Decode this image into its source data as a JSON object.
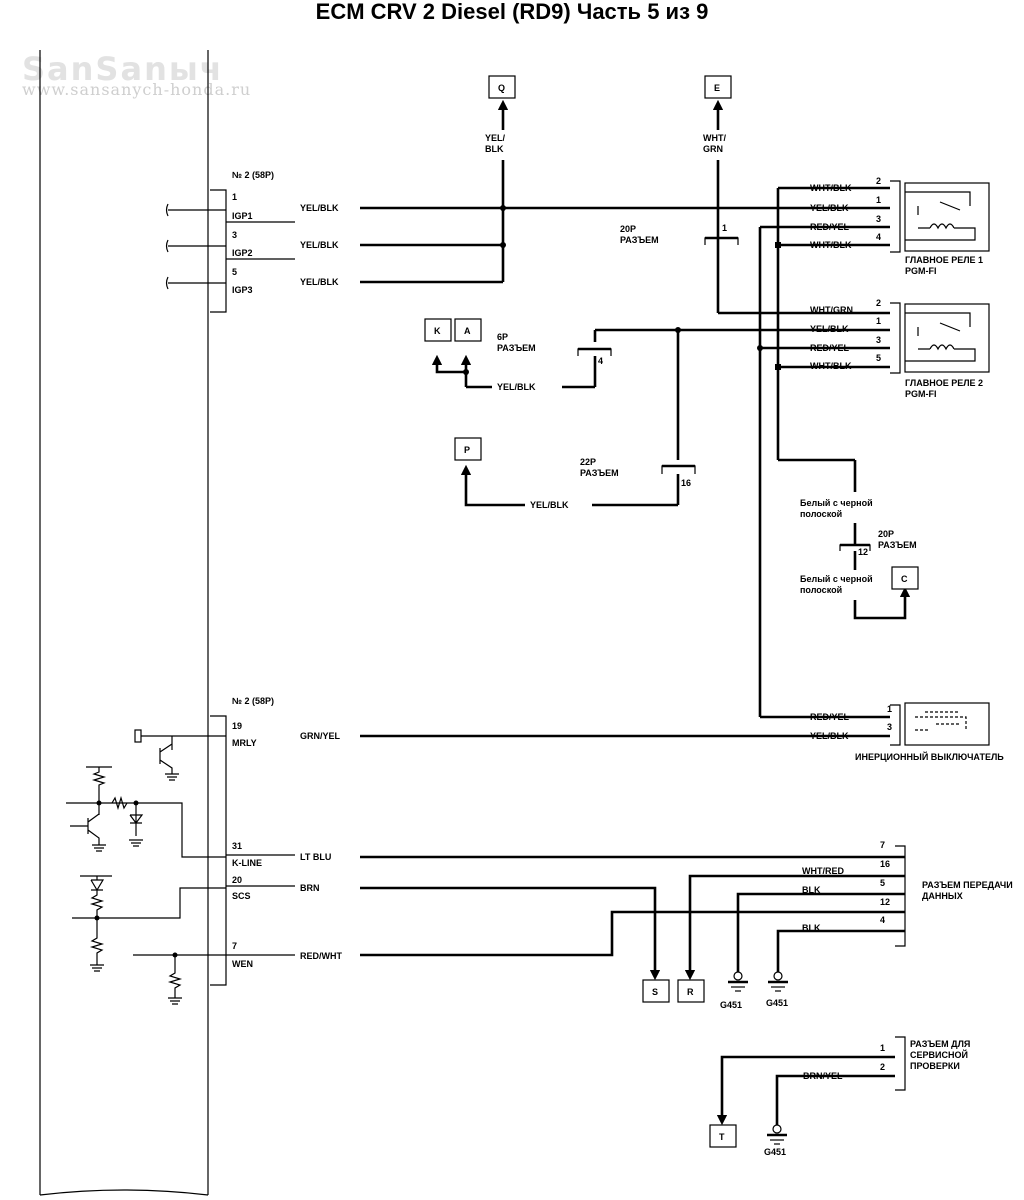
{
  "title": "ECM CRV 2 Diesel (RD9) Часть 5 из 9",
  "watermark": {
    "brand": "SanSanыч",
    "url": "www.sansanych-honda.ru"
  },
  "ecm": {
    "connector_top": "№ 2 (58P)",
    "connector_bottom": "№ 2 (58P)",
    "pins": [
      {
        "pin": "1",
        "name": "IGP1",
        "wire": "YEL/BLK"
      },
      {
        "pin": "3",
        "name": "IGP2",
        "wire": "YEL/BLK"
      },
      {
        "pin": "5",
        "name": "IGP3",
        "wire": "YEL/BLK"
      },
      {
        "pin": "19",
        "name": "MRLY",
        "wire": "GRN/YEL"
      },
      {
        "pin": "31",
        "name": "K-LINE",
        "wire": "LT BLU"
      },
      {
        "pin": "20",
        "name": "SCS",
        "wire": "BRN"
      },
      {
        "pin": "7",
        "name": "WEN",
        "wire": "RED/WHT"
      }
    ]
  },
  "refs": {
    "Q": "Q",
    "E": "E",
    "K": "K",
    "A": "A",
    "P": "P",
    "C": "C",
    "S": "S",
    "R": "R",
    "T": "T"
  },
  "wires": {
    "q_wire": [
      "YEL/",
      "BLK"
    ],
    "e_wire": [
      "WHT/",
      "GRN"
    ],
    "ka_wire": "YEL/BLK",
    "p_wire": "YEL/BLK"
  },
  "connectors": {
    "c20p_a": {
      "name": [
        "20P",
        "РАЗЪЕМ"
      ],
      "pin": "1"
    },
    "c6p": {
      "name": [
        "6P",
        "РАЗЪЕМ"
      ],
      "pin": "4"
    },
    "c22p": {
      "name": [
        "22P",
        "РАЗЪЕМ"
      ],
      "pin": "16"
    },
    "c20p_b": {
      "name": [
        "20P",
        "РАЗЪЕМ"
      ],
      "pin": "12"
    }
  },
  "wire_note": {
    "above": [
      "Белый с черной",
      "полоской"
    ],
    "below": [
      "Белый с черной",
      "полоской"
    ]
  },
  "relay1": {
    "label": [
      "ГЛАВНОЕ РЕЛЕ 1",
      "PGM-FI"
    ],
    "pins": [
      {
        "wire": "WHT/BLK",
        "pin": "2"
      },
      {
        "wire": "YEL/BLK",
        "pin": "1"
      },
      {
        "wire": "RED/YEL",
        "pin": "3"
      },
      {
        "wire": "WHT/BLK",
        "pin": "4"
      }
    ]
  },
  "relay2": {
    "label": [
      "ГЛАВНОЕ РЕЛЕ 2",
      "PGM-FI"
    ],
    "pins": [
      {
        "wire": "WHT/GRN",
        "pin": "2"
      },
      {
        "wire": "YEL/BLK",
        "pin": "1"
      },
      {
        "wire": "RED/YEL",
        "pin": "3"
      },
      {
        "wire": "WHT/BLK",
        "pin": "5"
      }
    ]
  },
  "inertia": {
    "label": "ИНЕРЦИОННЫЙ ВЫКЛЮЧАТЕЛЬ",
    "pins": [
      {
        "wire": "RED/YEL",
        "pin": "1"
      },
      {
        "wire": "YEL/BLK",
        "pin": "3"
      }
    ]
  },
  "dlc": {
    "label": [
      "РАЗЪЕМ ПЕРЕДАЧИ",
      "ДАННЫХ"
    ],
    "pins": [
      {
        "wire": "",
        "pin": "7"
      },
      {
        "wire": "WHT/RED",
        "pin": "16"
      },
      {
        "wire": "BLK",
        "pin": "5"
      },
      {
        "wire": "",
        "pin": "12"
      },
      {
        "wire": "BLK",
        "pin": "4"
      }
    ]
  },
  "service": {
    "label": [
      "РАЗЪЕМ ДЛЯ",
      "СЕРВИСНОЙ",
      "ПРОВЕРКИ"
    ],
    "pins": [
      {
        "wire": "",
        "pin": "1"
      },
      {
        "wire": "BRN/YEL",
        "pin": "2"
      }
    ]
  },
  "grounds": {
    "g1": "G451",
    "g2": "G451",
    "g3": "G451"
  }
}
